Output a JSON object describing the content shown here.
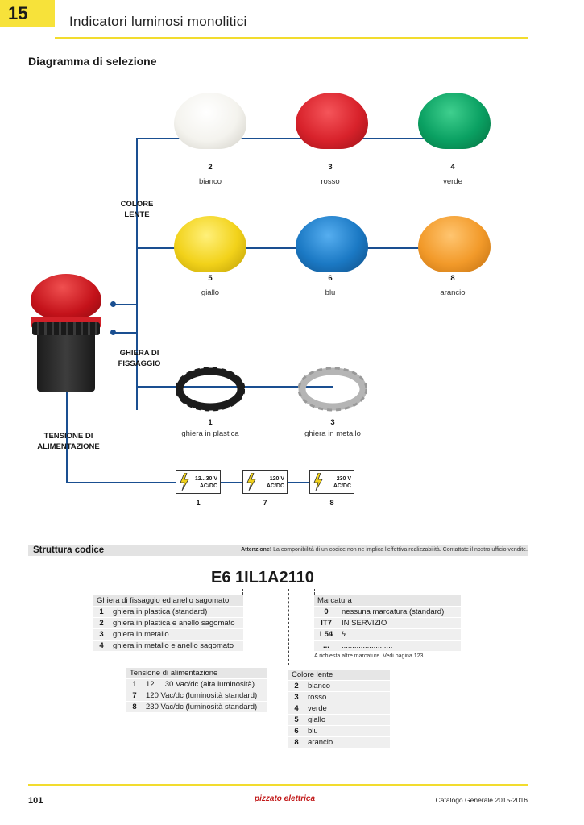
{
  "header": {
    "tab_number": "15",
    "title": "Indicatori luminosi monolitici"
  },
  "diagram": {
    "section_title": "Diagramma di selezione",
    "colore_lente_label": "COLORE LENTE",
    "ghiera_label": "GHIERA DI FISSAGGIO",
    "tensione_label": "TENSIONE DI ALIMENTAZIONE",
    "lens_colors": [
      {
        "code": "2",
        "name": "bianco",
        "hex": "#f4f3ee"
      },
      {
        "code": "3",
        "name": "rosso",
        "hex": "#d8222b"
      },
      {
        "code": "4",
        "name": "verde",
        "hex": "#0aa062"
      },
      {
        "code": "5",
        "name": "giallo",
        "hex": "#f2d21a"
      },
      {
        "code": "6",
        "name": "blu",
        "hex": "#1b79c4"
      },
      {
        "code": "8",
        "name": "arancio",
        "hex": "#f29a2a"
      }
    ],
    "rings": [
      {
        "code": "1",
        "name": "ghiera in plastica"
      },
      {
        "code": "3",
        "name": "ghiera in metallo"
      }
    ],
    "voltages": [
      {
        "code": "1",
        "line1": "12...30 V",
        "line2": "AC/DC"
      },
      {
        "code": "7",
        "line1": "120 V",
        "line2": "AC/DC"
      },
      {
        "code": "8",
        "line1": "230 V",
        "line2": "AC/DC"
      }
    ]
  },
  "structure": {
    "title": "Struttura codice",
    "note_bold": "Attenzione!",
    "note": "La componibilità di un codice non ne implica l'effettiva realizzabilità. Contattate il nostro ufficio vendite.",
    "code": "E6 1IL1A2110",
    "ghiera_table": {
      "title": "Ghiera di fissaggio ed anello sagomato",
      "rows": [
        {
          "k": "1",
          "v": "ghiera in plastica (standard)"
        },
        {
          "k": "2",
          "v": "ghiera in plastica e anello sagomato"
        },
        {
          "k": "3",
          "v": "ghiera in metallo"
        },
        {
          "k": "4",
          "v": "ghiera in metallo e anello sagomato"
        }
      ]
    },
    "marcatura_table": {
      "title": "Marcatura",
      "rows": [
        {
          "k": "0",
          "v": "nessuna marcatura (standard)"
        },
        {
          "k": "IT7",
          "v": "IN SERVIZIO"
        },
        {
          "k": "L54",
          "v": "ϟ"
        },
        {
          "k": "...",
          "v": "........................"
        }
      ],
      "note": "A richiesta altre marcature. Vedi pagina 123."
    },
    "tensione_table": {
      "title": "Tensione di alimentazione",
      "rows": [
        {
          "k": "1",
          "v": "12 ... 30 Vac/dc (alta luminosità)"
        },
        {
          "k": "7",
          "v": "120 Vac/dc (luminosità standard)"
        },
        {
          "k": "8",
          "v": "230 Vac/dc (luminosità standard)"
        }
      ]
    },
    "colore_table": {
      "title": "Colore lente",
      "rows": [
        {
          "k": "2",
          "v": "bianco"
        },
        {
          "k": "3",
          "v": "rosso"
        },
        {
          "k": "4",
          "v": "verde"
        },
        {
          "k": "5",
          "v": "giallo"
        },
        {
          "k": "6",
          "v": "blu"
        },
        {
          "k": "8",
          "v": "arancio"
        }
      ]
    }
  },
  "footer": {
    "page": "101",
    "brand": "pizzato elettrica",
    "catalog": "Catalogo Generale 2015-2016"
  }
}
